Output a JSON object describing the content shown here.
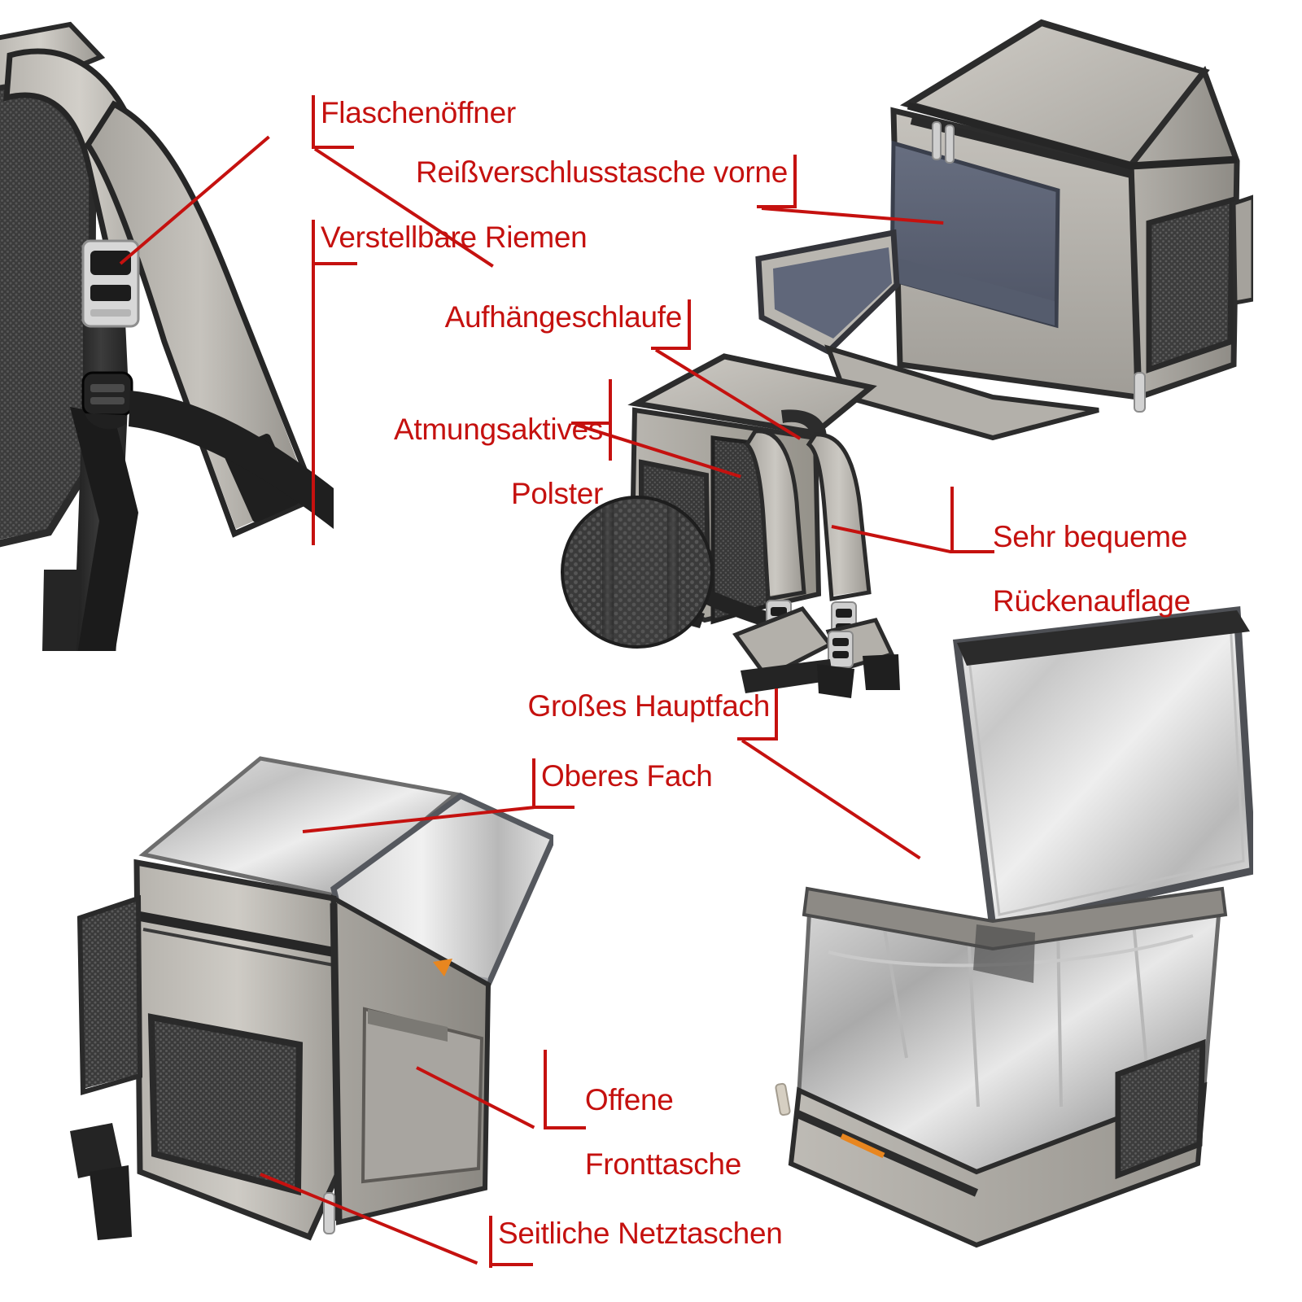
{
  "infographic": {
    "language": "de",
    "product": "Kühlrucksack",
    "background_color": "#ffffff",
    "annotation_color": "#c5110f",
    "palette": {
      "fabric_grey_light": "#c9c6c0",
      "fabric_grey_mid": "#a9a6a0",
      "fabric_grey_dark": "#8a8781",
      "trim_black": "#2e2e2e",
      "mesh_black": "#3a3a3a",
      "lining_navy": "#5b6275",
      "foil_silver": "#d8d8d8",
      "foil_silver_dark": "#9a9a9a",
      "accent_orange": "#e8861f",
      "buckle_metal": "#d9d9d9"
    }
  },
  "labels": [
    {
      "id": "flaschenoeffner",
      "text": "Flaschenöffner",
      "align": "left",
      "lines": [
        "Flaschenöffner"
      ]
    },
    {
      "id": "reissverschlusstasche-vorne",
      "text": "Reißverschlusstasche vorne",
      "align": "right",
      "lines": [
        "Reißverschlusstasche vorne"
      ]
    },
    {
      "id": "verstellbare-riemen",
      "text": "Verstellbare Riemen",
      "align": "left",
      "lines": [
        "Verstellbare Riemen"
      ]
    },
    {
      "id": "aufhaengeschlaufe",
      "text": "Aufhängeschlaufe",
      "align": "right",
      "lines": [
        "Aufhängeschlaufe"
      ]
    },
    {
      "id": "atmungsaktives-polster",
      "text": "Atmungsaktives Polster",
      "align": "right",
      "lines": [
        "Atmungsaktives",
        "Polster"
      ]
    },
    {
      "id": "sehr-bequeme-rueckenauflage",
      "text": "Sehr bequeme Rückenauflage",
      "align": "left",
      "lines": [
        "Sehr bequeme",
        "Rückenauflage"
      ]
    },
    {
      "id": "grosses-hauptfach",
      "text": "Großes Hauptfach",
      "align": "right",
      "lines": [
        "Großes Hauptfach"
      ]
    },
    {
      "id": "oberes-fach",
      "text": "Oberes Fach",
      "align": "left",
      "lines": [
        "Oberes Fach"
      ]
    },
    {
      "id": "offene-fronttasche",
      "text": "Offene Fronttasche",
      "align": "left",
      "lines": [
        "Offene",
        "Fronttasche"
      ]
    },
    {
      "id": "seitliche-netztaschen",
      "text": "Seitliche Netztaschen",
      "align": "left",
      "lines": [
        "Seitliche Netztaschen"
      ]
    }
  ],
  "photos": [
    {
      "id": "side-straps-view",
      "caption_features": [
        "Flaschenöffner",
        "Verstellbare Riemen"
      ]
    },
    {
      "id": "front-pocket-open-view",
      "caption_features": [
        "Reißverschlusstasche vorne",
        "Sehr bequeme Rückenauflage"
      ]
    },
    {
      "id": "back-view",
      "caption_features": [
        "Aufhängeschlaufe",
        "Atmungsaktives Polster"
      ]
    },
    {
      "id": "mesh-closeup-inset",
      "caption_features": [
        "Atmungsaktives Polster"
      ]
    },
    {
      "id": "top-flap-open-view",
      "caption_features": [
        "Oberes Fach",
        "Offene Fronttasche",
        "Seitliche Netztaschen"
      ]
    },
    {
      "id": "main-compartment-open-view",
      "caption_features": [
        "Großes Hauptfach"
      ]
    }
  ]
}
